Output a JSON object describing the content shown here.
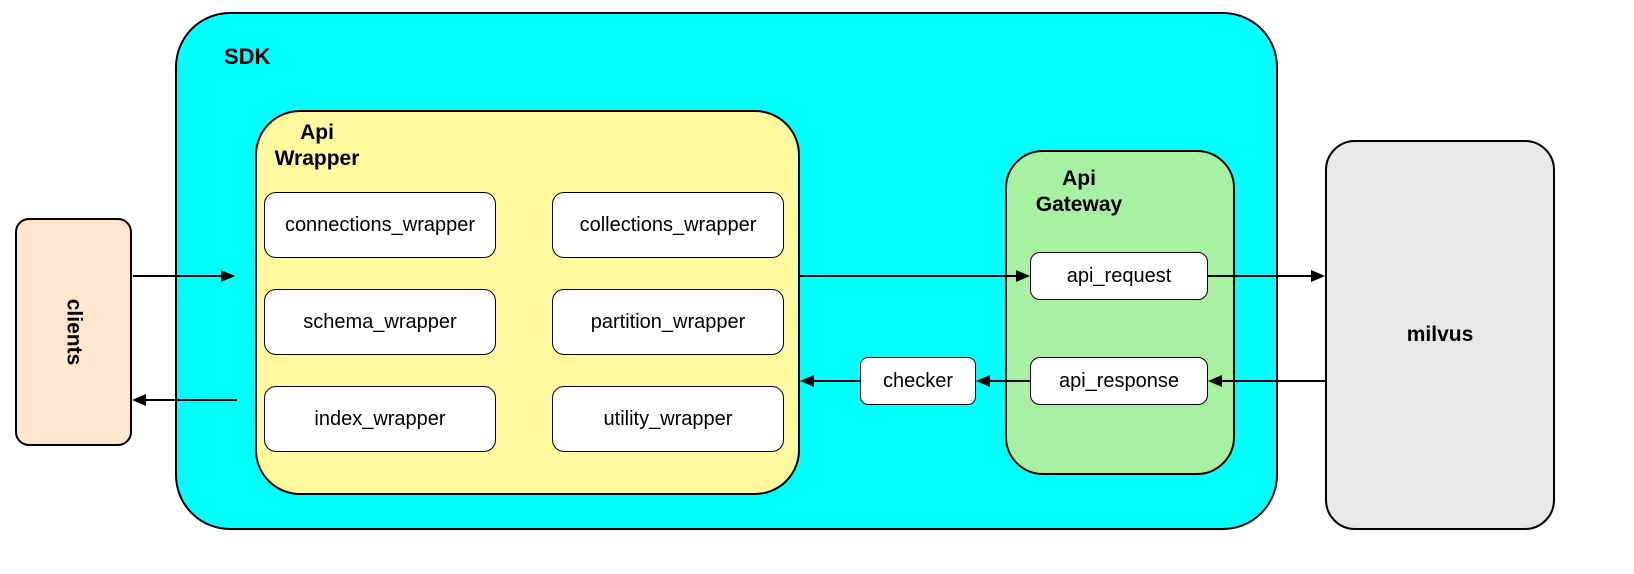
{
  "nodes": {
    "clients": {
      "label": "clients"
    },
    "sdk": {
      "label": "SDK"
    },
    "api_wrapper": {
      "label": "Api Wrapper",
      "items": [
        "connections_wrapper",
        "collections_wrapper",
        "schema_wrapper",
        "partition_wrapper",
        "index_wrapper",
        "utility_wrapper"
      ]
    },
    "checker": {
      "label": "checker"
    },
    "api_gateway": {
      "label": "Api Gateway",
      "request_label": "api_request",
      "response_label": "api_response"
    },
    "milvus": {
      "label": "milvus"
    }
  },
  "colors": {
    "sdk_fill": "#00FFFF",
    "api_wrapper_fill": "#FFFA9E",
    "api_gateway_fill": "#A9F1A2",
    "clients_fill": "#FFE6CC",
    "milvus_fill": "#E8E8E8",
    "node_fill": "#FFFFFF",
    "border": "#000000"
  }
}
